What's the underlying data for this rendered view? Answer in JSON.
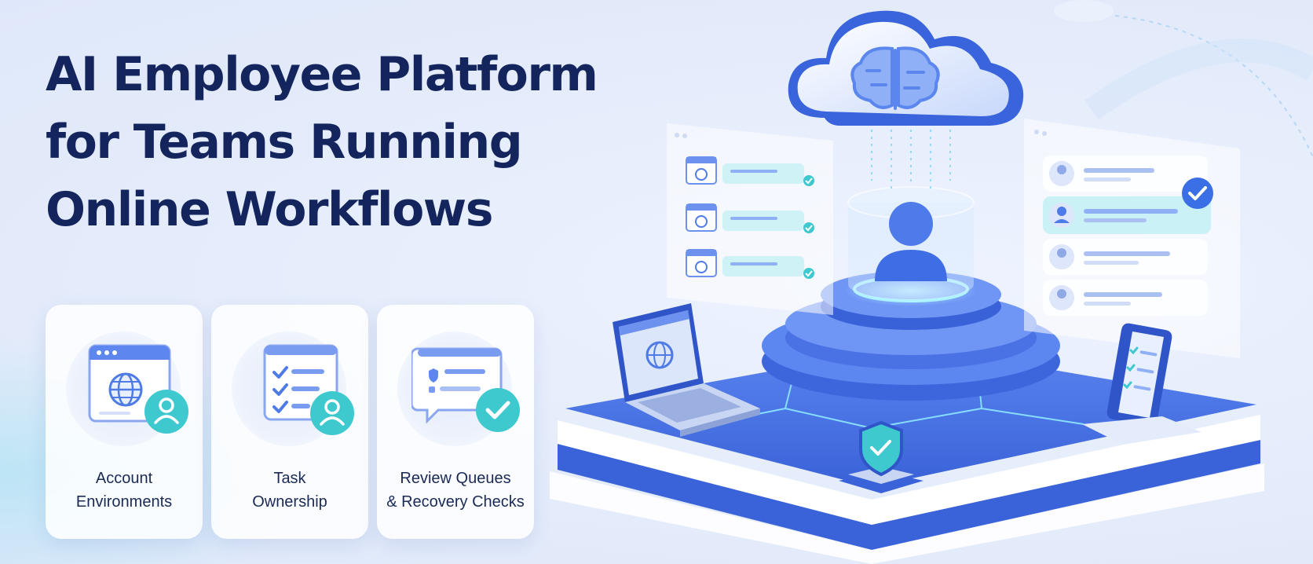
{
  "headline": {
    "line1": "AI Employee Platform",
    "line2": "for Teams Running",
    "line3": "Online Workflows"
  },
  "cards": [
    {
      "line1": "Account",
      "line2": "Environments",
      "icon": "globe-window-user-icon"
    },
    {
      "line1": "Task",
      "line2": "Ownership",
      "icon": "checklist-user-icon"
    },
    {
      "line1": "Review Queues",
      "line2": "& Recovery Checks",
      "icon": "chat-checkmark-icon"
    }
  ],
  "colors": {
    "headline": "#13255c",
    "accent_blue": "#3f73e8",
    "accent_teal": "#3ec9cf",
    "background": "#e6edfb"
  }
}
